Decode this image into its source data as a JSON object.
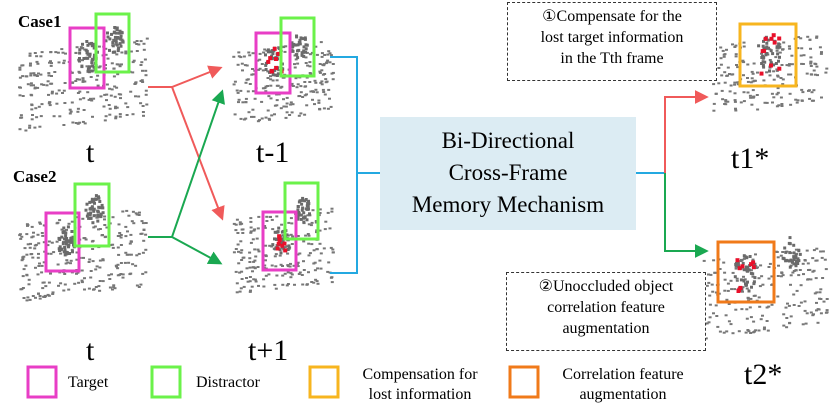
{
  "cases": {
    "case1": "Case1",
    "case2": "Case2"
  },
  "frames": {
    "t_top": "t",
    "t_minus_1": "t-1",
    "t_bottom": "t",
    "t_plus_1": "t+1",
    "t1_star": "t1*",
    "t2_star": "t2*"
  },
  "module": {
    "line1": "Bi-Directional",
    "line2": "Cross-Frame",
    "line3": "Memory Mechanism"
  },
  "callouts": {
    "compensate": {
      "line1": "①Compensate for the",
      "line2": "lost target information",
      "line3": "in the Tth frame"
    },
    "unoccluded": {
      "line1": "②Unoccluded object",
      "line2": "correlation feature",
      "line3": "augmentation"
    }
  },
  "legend": {
    "target": "Target",
    "distractor": "Distractor",
    "compensation_line1": "Compensation for",
    "compensation_line2": "lost information",
    "correlation_line1": "Correlation feature",
    "correlation_line2": "augmentation"
  },
  "colors": {
    "target": "#e83ec6",
    "distractor": "#6bf24a",
    "compensation": "#f7b51f",
    "correlation": "#f07a1a",
    "arrow_red": "#f05a5a",
    "arrow_green": "#1aa851",
    "connector_blue": "#24a9e1",
    "module_bg": "#dcecf3",
    "points": "#555555",
    "red_points": "#e8102a"
  }
}
